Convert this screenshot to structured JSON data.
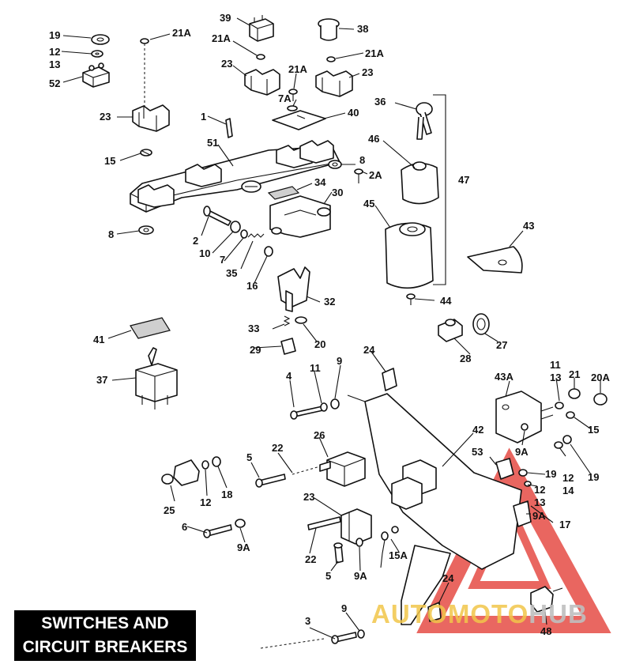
{
  "title": {
    "line1": "SWITCHES AND",
    "line2": "CIRCUIT BREAKERS"
  },
  "watermark": {
    "part1": "AUTOMOTO",
    "part2": "HUB",
    "colors": {
      "triangle": "#e2342c",
      "text_yellow": "#f2c64a",
      "text_grey": "#bfbfbf"
    }
  },
  "callouts": {
    "c19a": "19",
    "c12a": "12",
    "c13a": "13",
    "c52": "52",
    "c21Aa": "21A",
    "c39": "39",
    "c21Ab": "21A",
    "c38": "38",
    "c21Ac": "21A",
    "c23a": "23",
    "c23b": "23",
    "c21Ad": "21A",
    "c7A": "7A",
    "c23c": "23",
    "c40": "40",
    "c36": "36",
    "c1": "1",
    "c46": "46",
    "c47": "47",
    "c51": "51",
    "c15a": "15",
    "c8a": "8",
    "c2A": "2A",
    "c34": "34",
    "c30": "30",
    "c45": "45",
    "c8b": "8",
    "c2": "2",
    "c10": "10",
    "c7": "7",
    "c35": "35",
    "c16": "16",
    "c43": "43",
    "c32": "32",
    "c44": "44",
    "c41": "41",
    "c33": "33",
    "c20a": "20",
    "c29": "29",
    "c28": "28",
    "c27": "27",
    "c37": "37",
    "c24a": "24",
    "c4": "4",
    "c11a": "11",
    "c9a": "9",
    "c11b": "11",
    "c13b": "13",
    "c21": "21",
    "c20A": "20A",
    "c43A": "43A",
    "c15b": "15",
    "c9Aa": "9A",
    "c42": "42",
    "c12b": "12",
    "c14": "14",
    "c19b": "19",
    "c26": "26",
    "c22a": "22",
    "c53": "53",
    "c19c": "19",
    "c12c": "12",
    "c13c": "13",
    "c5a": "5",
    "c25": "25",
    "c12d": "12",
    "c18": "18",
    "c23d": "23",
    "c9Ab": "9A",
    "c17": "17",
    "c6": "6",
    "c9Ac": "9A",
    "c22b": "22",
    "c15A": "15A",
    "c5b": "5",
    "c9Ad": "9A",
    "c24b": "24",
    "c3": "3",
    "c9b": "9",
    "c48": "48"
  }
}
